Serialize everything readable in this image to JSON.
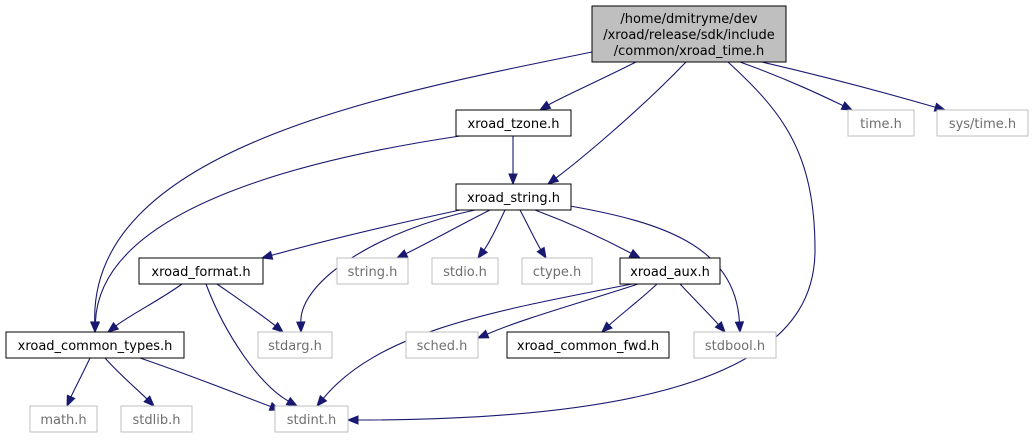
{
  "colors": {
    "edge": "#191970",
    "main_fill": "#bfbfbf",
    "local_border": "#000000",
    "system_border": "#bfbfbf",
    "system_text": "#6f6f6f"
  },
  "nodes": [
    {
      "id": "main",
      "kind": "main",
      "lines": [
        "/home/dmitryme/dev",
        "/xroad/release/sdk/include",
        "/common/xroad_time.h"
      ]
    },
    {
      "id": "tzone",
      "kind": "local",
      "lines": [
        "xroad_tzone.h"
      ]
    },
    {
      "id": "time",
      "kind": "system",
      "lines": [
        "time.h"
      ]
    },
    {
      "id": "systime",
      "kind": "system",
      "lines": [
        "sys/time.h"
      ]
    },
    {
      "id": "string",
      "kind": "local",
      "lines": [
        "xroad_string.h"
      ]
    },
    {
      "id": "format",
      "kind": "local",
      "lines": [
        "xroad_format.h"
      ]
    },
    {
      "id": "stringh",
      "kind": "system",
      "lines": [
        "string.h"
      ]
    },
    {
      "id": "stdio",
      "kind": "system",
      "lines": [
        "stdio.h"
      ]
    },
    {
      "id": "ctype",
      "kind": "system",
      "lines": [
        "ctype.h"
      ]
    },
    {
      "id": "aux",
      "kind": "local",
      "lines": [
        "xroad_aux.h"
      ]
    },
    {
      "id": "common_types",
      "kind": "local",
      "lines": [
        "xroad_common_types.h"
      ]
    },
    {
      "id": "stdarg",
      "kind": "system",
      "lines": [
        "stdarg.h"
      ]
    },
    {
      "id": "sched",
      "kind": "system",
      "lines": [
        "sched.h"
      ]
    },
    {
      "id": "common_fwd",
      "kind": "local",
      "lines": [
        "xroad_common_fwd.h"
      ]
    },
    {
      "id": "stdbool",
      "kind": "system",
      "lines": [
        "stdbool.h"
      ]
    },
    {
      "id": "math",
      "kind": "system",
      "lines": [
        "math.h"
      ]
    },
    {
      "id": "stdlib",
      "kind": "system",
      "lines": [
        "stdlib.h"
      ]
    },
    {
      "id": "stdint",
      "kind": "system",
      "lines": [
        "stdint.h"
      ]
    }
  ],
  "edges": [
    {
      "from": "main",
      "to": "common_types"
    },
    {
      "from": "main",
      "to": "tzone"
    },
    {
      "from": "main",
      "to": "string"
    },
    {
      "from": "main",
      "to": "stdint"
    },
    {
      "from": "main",
      "to": "time"
    },
    {
      "from": "main",
      "to": "systime"
    },
    {
      "from": "tzone",
      "to": "string"
    },
    {
      "from": "tzone",
      "to": "common_types"
    },
    {
      "from": "string",
      "to": "format"
    },
    {
      "from": "string",
      "to": "stdarg"
    },
    {
      "from": "string",
      "to": "stringh"
    },
    {
      "from": "string",
      "to": "stdio"
    },
    {
      "from": "string",
      "to": "ctype"
    },
    {
      "from": "string",
      "to": "aux"
    },
    {
      "from": "string",
      "to": "stdbool"
    },
    {
      "from": "format",
      "to": "common_types"
    },
    {
      "from": "format",
      "to": "stdarg"
    },
    {
      "from": "format",
      "to": "stdint"
    },
    {
      "from": "aux",
      "to": "stdint"
    },
    {
      "from": "aux",
      "to": "sched"
    },
    {
      "from": "aux",
      "to": "common_fwd"
    },
    {
      "from": "aux",
      "to": "stdbool"
    },
    {
      "from": "common_types",
      "to": "math"
    },
    {
      "from": "common_types",
      "to": "stdlib"
    },
    {
      "from": "common_types",
      "to": "stdint"
    }
  ]
}
